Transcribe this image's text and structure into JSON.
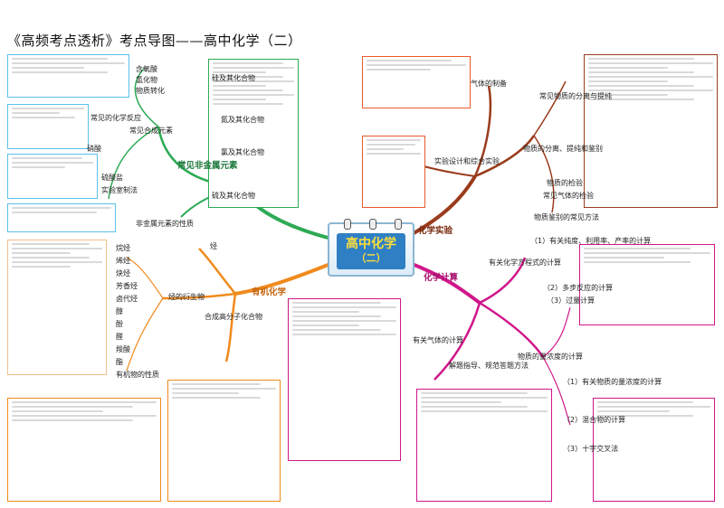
{
  "title": "《高频考点透析》考点导图——高中化学（二）",
  "center": {
    "line1": "高中化学",
    "line2": "（二）"
  },
  "branches": {
    "inorganic": {
      "label": "常见非金属元素",
      "children": [
        "常见合成元素",
        "硅及其化合物",
        "氮及其化合物",
        "氯及其化合物",
        "硫及其化合物",
        "非金属元素的性质"
      ],
      "sub": [
        "含氧酸",
        "氢化物",
        "物质转化",
        "常见的化学反应",
        "硫酸盐",
        "硝酸",
        "实验室制法"
      ]
    },
    "experiment": {
      "label": "化学实验",
      "children": [
        "气体的制备",
        "物质的分离、提纯和鉴别",
        "实验设计和综合实验"
      ],
      "sub": [
        "常见物质的分离与提纯",
        "物质的检验",
        "常见气体的检验",
        "物质鉴别的常见方法"
      ]
    },
    "organic": {
      "label": "有机化学",
      "children": [
        "烃",
        "烃的衍生物",
        "合成高分子化合物"
      ],
      "sub": [
        "烷烃",
        "烯烃",
        "炔烃",
        "芳香烃",
        "卤代烃",
        "醇",
        "酚",
        "醛",
        "羧酸",
        "酯",
        "有机物的性质"
      ]
    },
    "calc": {
      "label": "化学计算",
      "children": [
        "有关化学方程式的计算",
        "有关气体的计算",
        "物质的量浓度的计算"
      ],
      "sub": [
        "（1）有关纯度、利用率、产率的计算",
        "（2）多步反应的计算",
        "（3）过量计算",
        "（1）有关物质的量浓度的计算",
        "（2）混合物的计算",
        "（3）十字交叉法"
      ],
      "methods": "解题指导、规范答题方法"
    }
  }
}
